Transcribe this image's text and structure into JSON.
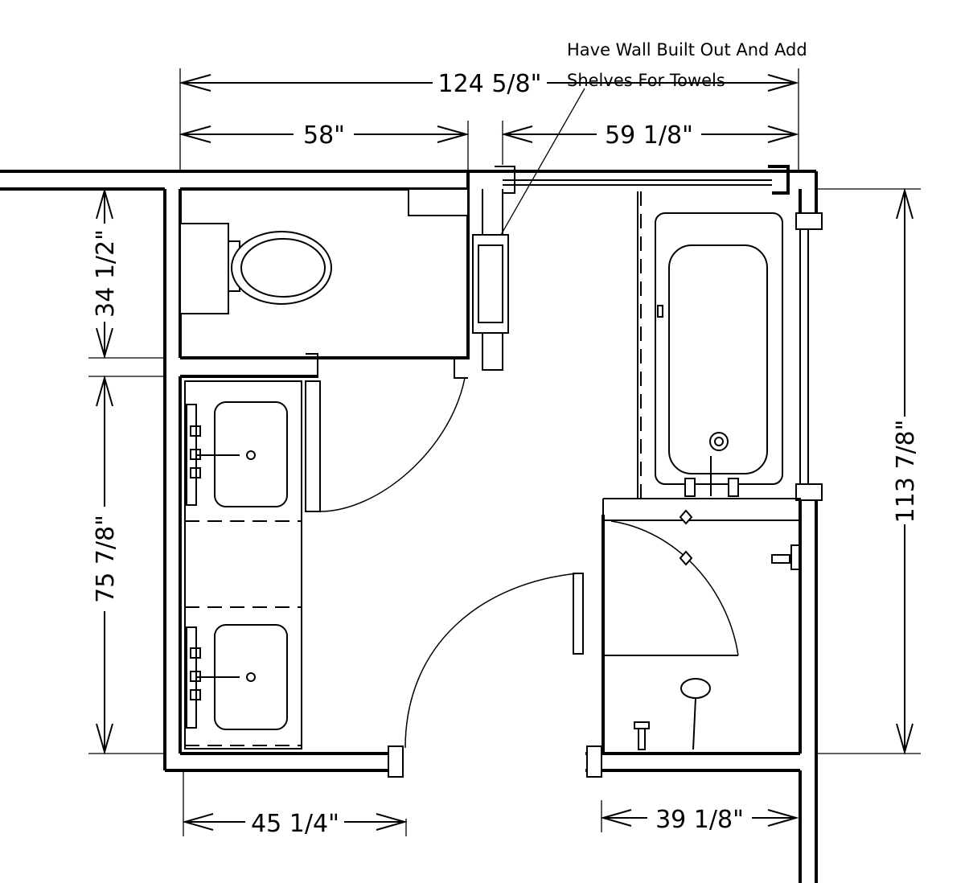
{
  "dimensions": {
    "overall_width": "124 5/8\"",
    "toilet_room_width": "58\"",
    "tub_area_width": "59 1/8\"",
    "toilet_room_depth": "34 1/2\"",
    "vanity_depth": "75 7/8\"",
    "overall_depth": "113 7/8\"",
    "vanity_opening": "45 1/4\"",
    "shower_opening": "39 1/8\""
  },
  "notes": {
    "towel_wall_line1": "Have Wall Built Out And Add",
    "towel_wall_line2": "Shelves For Towels"
  }
}
